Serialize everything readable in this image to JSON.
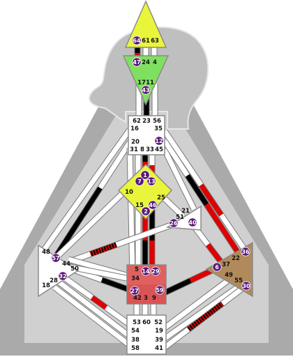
{
  "chart": {
    "title": "",
    "colors": {
      "background_outer": "#ffffff",
      "body_fill": "#aaaaaa",
      "body_inner": "#d0d0d0",
      "silhouette_fill": "#bfbfbf",
      "silhouette_line": "#e6e6e6",
      "channel_white": "#ffffff",
      "channel_black": "#000000",
      "channel_red": "#e00000",
      "gate_circle": "#5a1a78",
      "center_outline": "#8a8a8a",
      "head_fill": "#e9f53a",
      "ajna_fill": "#7fe060",
      "g_fill": "#e9f53a",
      "sacral_fill": "#e06060",
      "solar_fill": "#b08a5a",
      "white_center": "#ffffff"
    },
    "centers": [
      {
        "id": "head",
        "fill": "head_fill"
      },
      {
        "id": "ajna",
        "fill": "ajna_fill"
      },
      {
        "id": "throat",
        "fill": "white_center"
      },
      {
        "id": "g",
        "fill": "g_fill"
      },
      {
        "id": "ego",
        "fill": "white_center"
      },
      {
        "id": "spleen",
        "fill": "white_center"
      },
      {
        "id": "sacral",
        "fill": "sacral_fill"
      },
      {
        "id": "solar_plexus",
        "fill": "solar_fill"
      },
      {
        "id": "root",
        "fill": "white_center"
      }
    ],
    "gates": {
      "head": [
        "64",
        "61",
        "63"
      ],
      "ajna": [
        "47",
        "24",
        "4",
        "17",
        "11",
        "43"
      ],
      "throat": [
        "62",
        "23",
        "56",
        "16",
        "35",
        "20",
        "12",
        "31",
        "8",
        "33",
        "45"
      ],
      "g": [
        "1",
        "7",
        "13",
        "10",
        "25",
        "15",
        "46",
        "2"
      ],
      "ego": [
        "21",
        "51",
        "26",
        "40"
      ],
      "spleen": [
        "48",
        "57",
        "44",
        "50",
        "32",
        "28",
        "18"
      ],
      "sacral": [
        "5",
        "14",
        "29",
        "34",
        "27",
        "59",
        "42",
        "3",
        "9"
      ],
      "solar_plexus": [
        "36",
        "22",
        "37",
        "6",
        "49",
        "55",
        "30"
      ],
      "root": [
        "53",
        "60",
        "52",
        "54",
        "19",
        "38",
        "39",
        "58",
        "41"
      ]
    },
    "activated_gates": [
      "64",
      "47",
      "43",
      "12",
      "1",
      "7",
      "13",
      "46",
      "2",
      "26",
      "40",
      "57",
      "32",
      "14",
      "29",
      "27",
      "59",
      "36",
      "6",
      "30"
    ]
  }
}
